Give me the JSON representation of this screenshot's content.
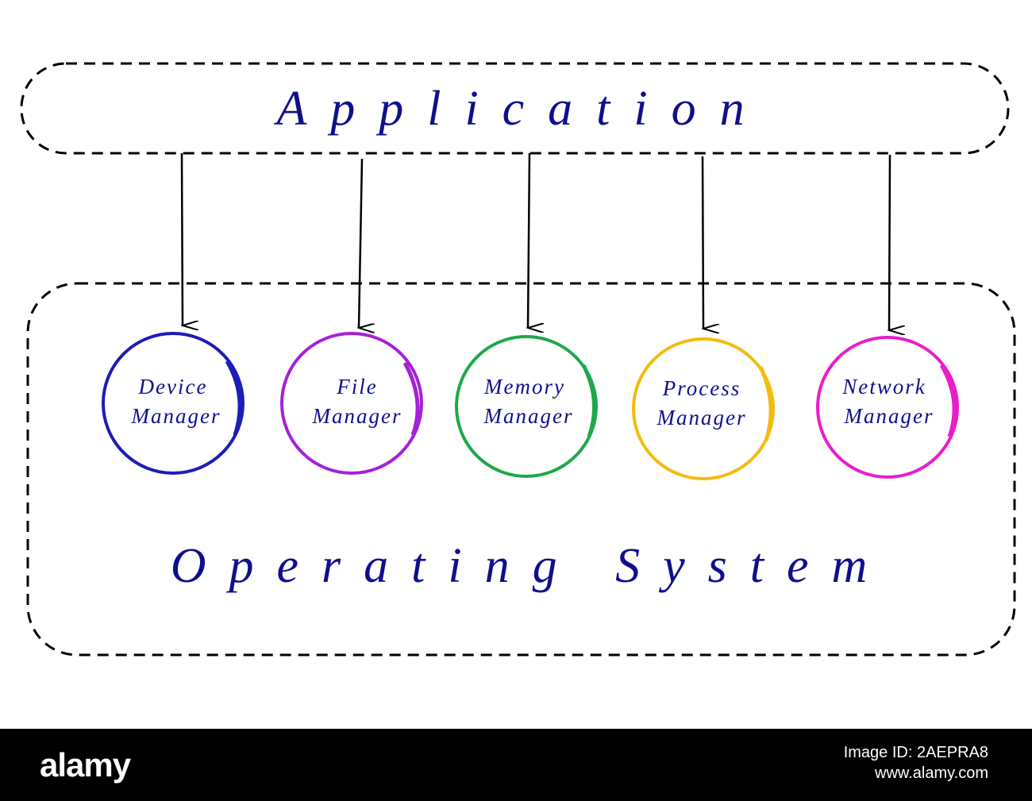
{
  "application": {
    "label": "Application"
  },
  "operating_system": {
    "label": "Operating System"
  },
  "managers": [
    {
      "line1": "Device",
      "line2": "Manager",
      "color": "#1c1cb8"
    },
    {
      "line1": "File",
      "line2": "Manager",
      "color": "#a520d8"
    },
    {
      "line1": "Memory",
      "line2": "Manager",
      "color": "#1ea84a"
    },
    {
      "line1": "Process",
      "line2": "Manager",
      "color": "#f2bc10"
    },
    {
      "line1": "Network",
      "line2": "Manager",
      "color": "#e81ec8"
    }
  ],
  "text_color": "#0f0f8c",
  "footer": {
    "logo": "alamy",
    "image_id": "Image ID: 2AEPRA8",
    "site": "www.alamy.com"
  }
}
